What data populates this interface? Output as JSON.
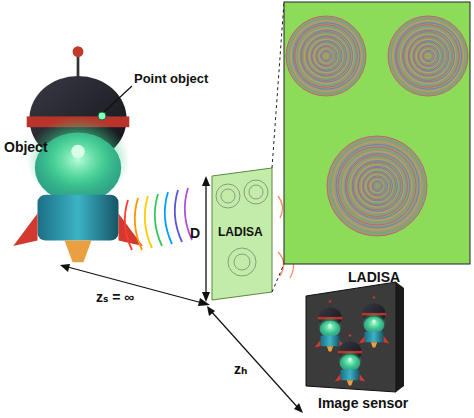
{
  "diagram": {
    "labels": [
      "Point object",
      "Object",
      "LADISA",
      "D",
      "zₛ = ∞",
      "zₕ",
      "LADISA",
      "Image sensor"
    ]
  }
}
